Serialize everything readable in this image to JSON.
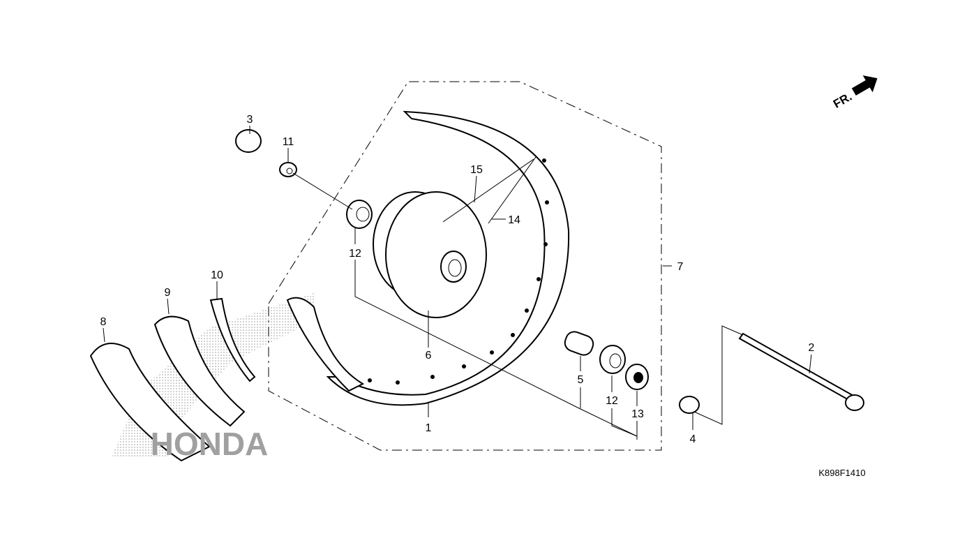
{
  "diagram": {
    "code": "K898F1410",
    "front_indicator": "FR.",
    "watermark": "HONDA",
    "callouts": [
      {
        "id": "c1",
        "label": "1"
      },
      {
        "id": "c2",
        "label": "2"
      },
      {
        "id": "c3",
        "label": "3"
      },
      {
        "id": "c4",
        "label": "4"
      },
      {
        "id": "c5",
        "label": "5"
      },
      {
        "id": "c6",
        "label": "6"
      },
      {
        "id": "c7",
        "label": "7"
      },
      {
        "id": "c8",
        "label": "8"
      },
      {
        "id": "c9",
        "label": "9"
      },
      {
        "id": "c10",
        "label": "10"
      },
      {
        "id": "c11",
        "label": "11"
      },
      {
        "id": "c12a",
        "label": "12"
      },
      {
        "id": "c12b",
        "label": "12"
      },
      {
        "id": "c13",
        "label": "13"
      },
      {
        "id": "c14",
        "label": "14"
      },
      {
        "id": "c15",
        "label": "15"
      }
    ]
  }
}
